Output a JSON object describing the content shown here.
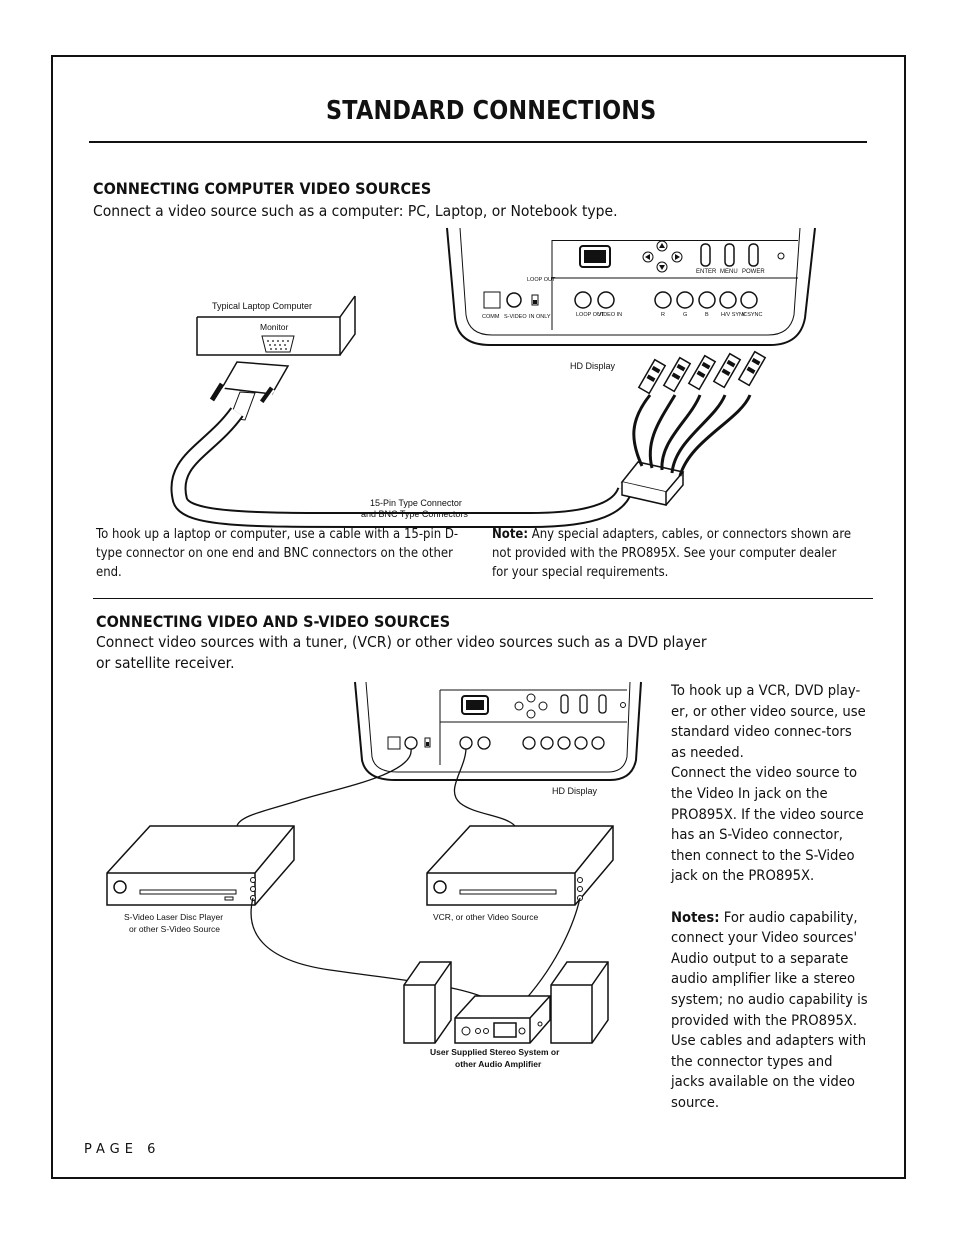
{
  "page_title": "STANDARD CONNECTIONS",
  "section1": {
    "heading": "CONNECTING COMPUTER VIDEO SOURCES",
    "lead": "Connect a video source such as a computer: PC, Laptop, or Notebook type.",
    "left_text": "To hook up a laptop or computer, use a cable with a 15-pin D-type connector on one end and BNC connectors on the other end.",
    "note_label": "Note:",
    "note_text": " Any special adapters, cables, or connectors shown are not provided with the PRO895X. See your computer dealer for your special requirements.",
    "diagram": {
      "laptop_label": "Typical Laptop Computer",
      "monitor_label": "Monitor",
      "display_label": "HD Display",
      "connector_label_1": "15-Pin Type Connector",
      "connector_label_2": "and BNC Type Connectors",
      "loop_out": "LOOP OUT",
      "comm": "COMM",
      "svideo": "S-VIDEO",
      "in_only": "IN ONLY",
      "loop_out_2": "LOOP OUT",
      "video_in": "VIDEO IN",
      "r": "R",
      "g": "G",
      "b": "B",
      "hv_sync": "H/V SYNC",
      "v_sync": "V SYNC",
      "enter": "ENTER",
      "menu": "MENU",
      "power": "POWER"
    }
  },
  "section2": {
    "heading": "CONNECTING VIDEO AND S-VIDEO SOURCES",
    "lead_1": "Connect video sources with a tuner, (VCR) or other video sources such as a DVD player",
    "lead_2": "or satellite receiver.",
    "side_p1": "To hook up a VCR, DVD play-er, or other video source, use standard video connec-tors as needed.",
    "side_p2": "Connect the video source to the Video In jack on the PRO895X. If the video source has an S-Video connector, then connect to the S-Video jack on the PRO895X.",
    "notes_label": "Notes:",
    "notes_text": " For audio capability, connect your Video sources' Audio output to a separate audio amplifier like a stereo system; no audio capability is provided with the PRO895X. Use cables and adapters with the connector types and jacks available on the video source.",
    "diagram": {
      "display_label": "HD Display",
      "ld_label_1": "S-Video Laser Disc Player",
      "ld_label_2": "or other S-Video Source",
      "vcr_label": "VCR, or other Video Source",
      "stereo_label_1": "User Supplied Stereo System or",
      "stereo_label_2": "other Audio Amplifier"
    }
  },
  "footer": {
    "page": "PAGE 6"
  }
}
